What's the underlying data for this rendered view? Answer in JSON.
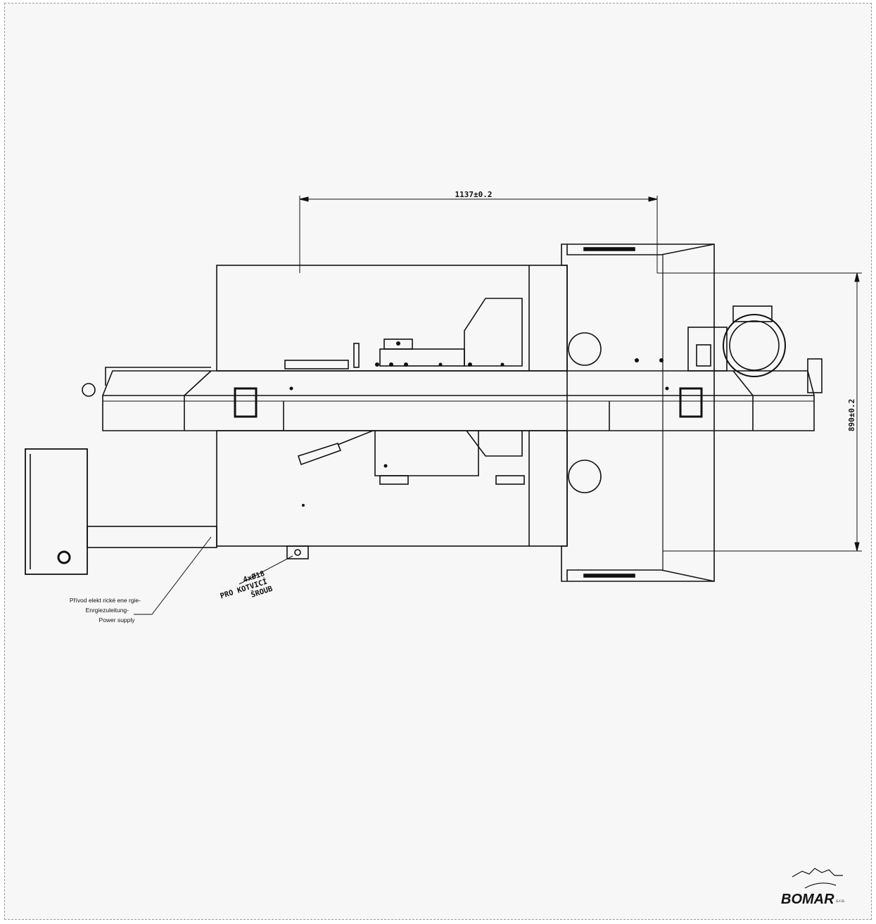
{
  "drawing": {
    "dim_width": "1137±0.2",
    "dim_height": "890±0.2",
    "anchor_line1": "4xØ18",
    "anchor_line2": "PRO KOTVICÍ",
    "anchor_line3": "ŠROUB",
    "power_supply": [
      "Přívod elekt rické ene rgie-",
      "Enrgiezuleitung-",
      "Power supply"
    ]
  },
  "logo": {
    "brand": "BOMAR",
    "suffix": "s.r.o."
  }
}
